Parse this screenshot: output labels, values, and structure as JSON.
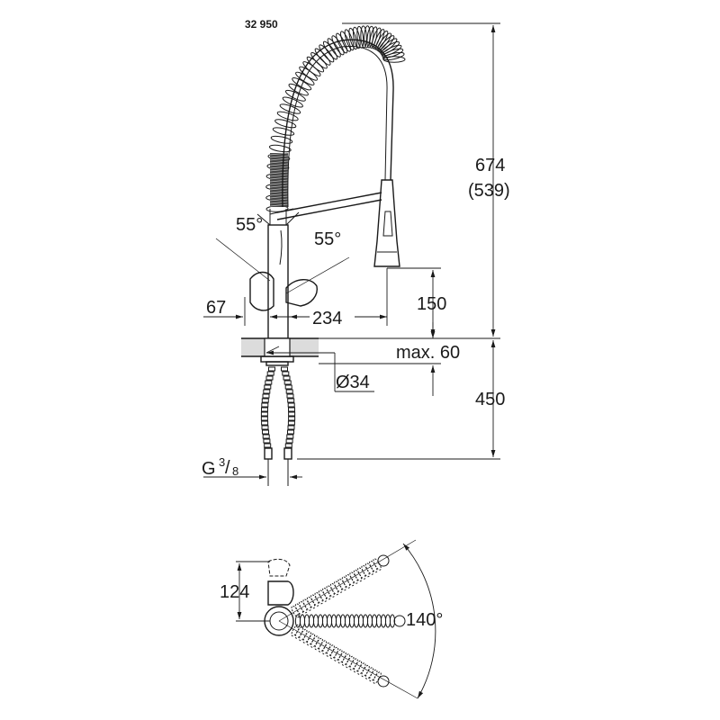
{
  "product_code": "32 950",
  "dimensions": {
    "height_total": "674",
    "height_alt": "(539)",
    "spout_height": "150",
    "reach": "234",
    "handle_offset": "67",
    "deck_max": "max. 60",
    "bore": "Ø34",
    "hose_length": "450",
    "connection_main": "G",
    "connection_num": "3",
    "connection_den": "8",
    "handle_angle_left": "55°",
    "handle_angle_right": "55°",
    "plan_depth": "124",
    "swivel_angle": "140°"
  },
  "colors": {
    "line": "#1a1a1a",
    "shade": "#dcdcdc",
    "background": "#ffffff"
  }
}
